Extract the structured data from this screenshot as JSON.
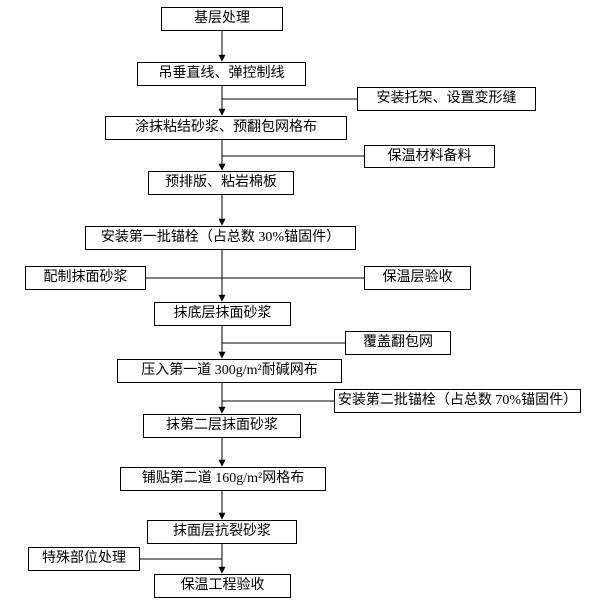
{
  "diagram": {
    "type": "flowchart",
    "orientation": "top-to-bottom",
    "main_flow": [
      {
        "label": "基层处理"
      },
      {
        "label": "吊垂直线、弹控制线"
      },
      {
        "label": "涂抹粘结砂浆、预翻包网格布"
      },
      {
        "label": "预排版、粘岩棉板"
      },
      {
        "label": "安装第一批锚栓（占总数 30%锚固件）"
      },
      {
        "label": "抹底层抹面砂浆"
      },
      {
        "label": "压入第一道 300g/m²耐碱网布"
      },
      {
        "label": "抹第二层抹面砂浆"
      },
      {
        "label": "铺贴第二道 160g/m²网格布"
      },
      {
        "label": "抹面层抗裂砂浆"
      },
      {
        "label": "保温工程验收"
      }
    ],
    "side_branches": [
      {
        "label": "安装托架、设置变形缝",
        "side": "right",
        "joins_before_main_step": 2
      },
      {
        "label": "保温材料备料",
        "side": "right",
        "joins_before_main_step": 3
      },
      {
        "label": "配制抹面砂浆",
        "side": "left",
        "joins_before_main_step": 5
      },
      {
        "label": "保温层验收",
        "side": "right",
        "joins_before_main_step": 5
      },
      {
        "label": "覆盖翻包网",
        "side": "right",
        "joins_before_main_step": 6
      },
      {
        "label": "安装第二批锚栓（占总数 70%锚固件）",
        "side": "right",
        "joins_before_main_step": 7
      },
      {
        "label": "特殊部位处理",
        "side": "left",
        "joins_before_main_step": 10
      }
    ]
  },
  "colors": {
    "background": "#ffffff",
    "box_border": "#000000",
    "text": "#000000",
    "line": "#000000"
  }
}
